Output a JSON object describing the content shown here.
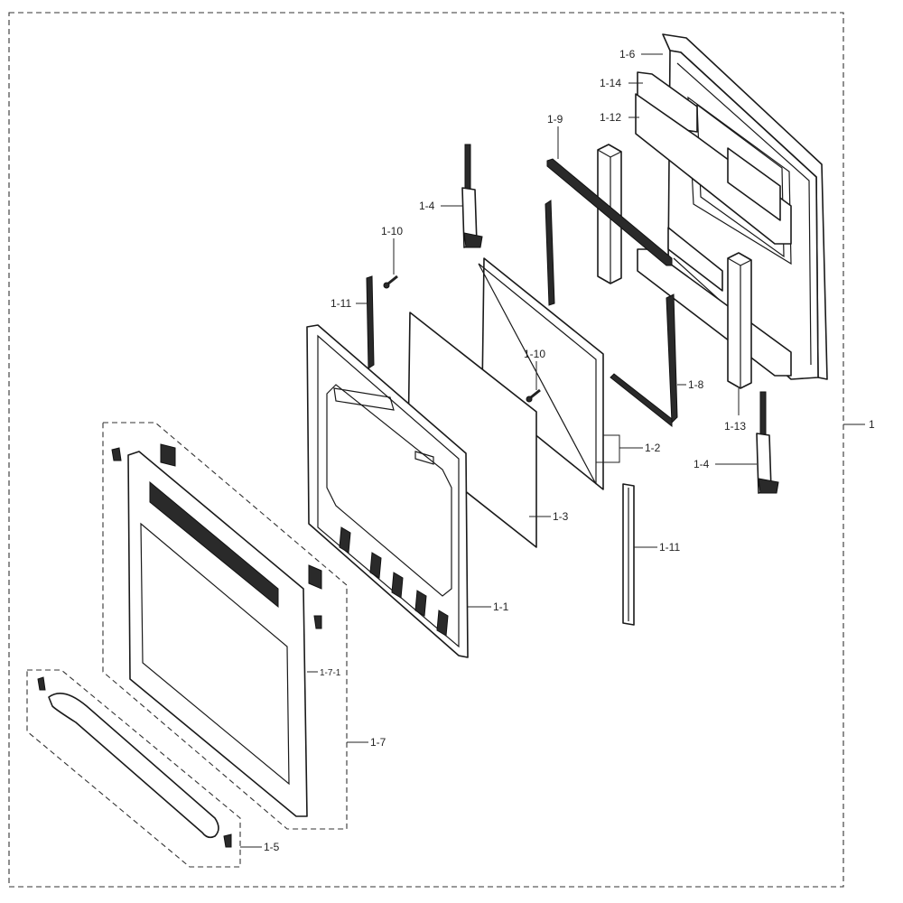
{
  "labels": {
    "l1": "1",
    "l1_1": "1-1",
    "l1_2": "1-2",
    "l1_3": "1-3",
    "l1_4a": "1-4",
    "l1_4b": "1-4",
    "l1_5": "1-5",
    "l1_6": "1-6",
    "l1_7": "1-7",
    "l1_7_1": "1-7-1",
    "l1_8": "1-8",
    "l1_9": "1-9",
    "l1_10a": "1-10",
    "l1_10b": "1-10",
    "l1_11a": "1-11",
    "l1_11b": "1-11",
    "l1_12": "1-12",
    "l1_13": "1-13",
    "l1_14": "1-14"
  },
  "colors": {
    "line": "#1a1a1a",
    "background": "#ffffff"
  }
}
